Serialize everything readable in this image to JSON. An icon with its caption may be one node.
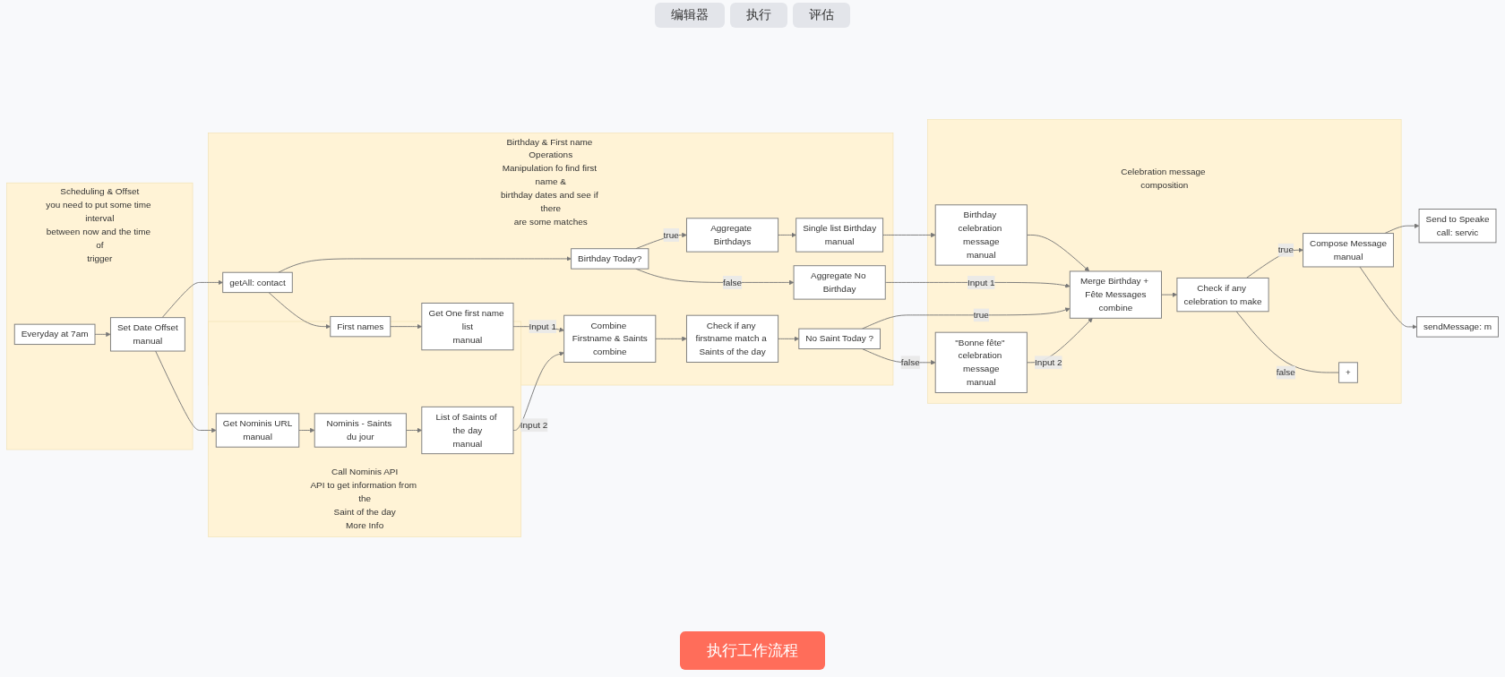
{
  "diagram": {
    "nodes": [
      {
        "text": [
          "Scheduling & Offset",
          "you need to put some time interval between now and the time of trigger"
        ]
      },
      {
        "text": [
          "Everyday at 7am"
        ],
        "in": 0
      },
      {
        "text": [
          "Set Date Offset",
          "manual"
        ],
        "in": 0
      },
      {
        "text": [
          "Birthday & First name Operations",
          "Manipulation fo find first name & birthday dates and see if there are some matches"
        ]
      },
      {
        "text": [
          "getAll: contact"
        ],
        "in": 3
      },
      {
        "text": [
          "Birthday Today?"
        ],
        "in": 3
      },
      {
        "text": [
          "Aggregate Birthdays"
        ],
        "in": 3
      },
      {
        "text": [
          "Single list Birthday",
          "manual"
        ],
        "in": 3
      },
      {
        "text": [
          "Aggregate No Birthday"
        ],
        "in": 3
      },
      {
        "text": [
          "First names"
        ],
        "in": 3
      },
      {
        "text": [
          "Get One first name list",
          "manual"
        ],
        "in": 3
      },
      {
        "text": [
          "Combine Firstname & Saints",
          "combine"
        ],
        "in": 3
      },
      {
        "text": [
          "Check if any firstname match a Saints of the day"
        ],
        "in": 3
      },
      {
        "text": [
          "No Saint Today ?"
        ],
        "in": 3
      },
      {
        "text": [
          "Call Nominis API",
          "API to get information from the Saint of the day",
          "More Info"
        ]
      },
      {
        "text": [
          "Get Nominis URL",
          "manual"
        ],
        "in": 14
      },
      {
        "text": [
          "Nominis - Saints du jour"
        ],
        "in": 14
      },
      {
        "text": [
          "List of Saints of the day",
          "manual"
        ],
        "in": 14
      },
      {
        "text": [
          "Celebration message composition"
        ]
      },
      {
        "text": [
          "Birthday celebration message",
          "manual"
        ],
        "in": 18
      },
      {
        "text": [
          "\"Bonne fête\" celebration message",
          "manual"
        ],
        "in": 18
      },
      {
        "text": [
          "Merge Birthday + Fête Messages",
          "combine"
        ],
        "in": 18
      },
      {
        "text": [
          "Check if any celebration to make"
        ],
        "in": 18
      },
      {
        "text": [
          "+"
        ],
        "in": 18
      },
      {
        "text": [
          "Compose Message",
          "manual"
        ],
        "in": 18
      },
      {
        "text": [
          "Send to Speake",
          "call: servic"
        ]
      },
      {
        "text": [
          "sendMessage: m"
        ]
      }
    ],
    "edges": [
      {
        "from": 1,
        "to": 2,
        "arrow": "to"
      },
      {
        "from": 2,
        "to": 4,
        "arrow": "to"
      },
      {
        "from": 2,
        "to": 15,
        "arrow": "to"
      },
      {
        "from": 4,
        "to": 5,
        "arrow": "to"
      },
      {
        "from": 4,
        "to": 9,
        "arrow": "to"
      },
      {
        "from": 5,
        "to": 6,
        "label": "true",
        "arrow": "to"
      },
      {
        "from": 5,
        "to": 8,
        "label": "false",
        "arrow": "to"
      },
      {
        "from": 6,
        "to": 7,
        "arrow": "to"
      },
      {
        "from": 7,
        "to": 19,
        "arrow": "to"
      },
      {
        "from": 8,
        "to": 21,
        "label": "Input 1",
        "arrow": "to"
      },
      {
        "from": 9,
        "to": 10,
        "arrow": "to"
      },
      {
        "from": 10,
        "to": 11,
        "label": "Input 1",
        "arrow": "to"
      },
      {
        "from": 15,
        "to": 16,
        "arrow": "to"
      },
      {
        "from": 16,
        "to": 17,
        "arrow": "to"
      },
      {
        "from": 17,
        "to": 11,
        "label": "Input 2",
        "arrow": "to"
      },
      {
        "from": 11,
        "to": 12,
        "arrow": "to"
      },
      {
        "from": 12,
        "to": 13,
        "arrow": "to"
      },
      {
        "from": 13,
        "to": 21,
        "label": "true",
        "arrow": "to"
      },
      {
        "from": 13,
        "to": 20,
        "label": "false",
        "arrow": "to"
      },
      {
        "from": 19,
        "to": 21,
        "arrow": "to"
      },
      {
        "from": 20,
        "to": 21,
        "label": "Input 2",
        "arrow": "to"
      },
      {
        "from": 21,
        "to": 22,
        "arrow": "to"
      },
      {
        "from": 22,
        "to": 24,
        "label": "true",
        "arrow": "to"
      },
      {
        "from": 22,
        "to": 23,
        "label": "false",
        "arrow": "none"
      },
      {
        "from": 24,
        "to": 25,
        "arrow": "to"
      },
      {
        "from": 24,
        "to": 26,
        "arrow": "to"
      }
    ],
    "labels": [
      "编辑器",
      "执行",
      "评估",
      "执行工作流程"
    ]
  }
}
